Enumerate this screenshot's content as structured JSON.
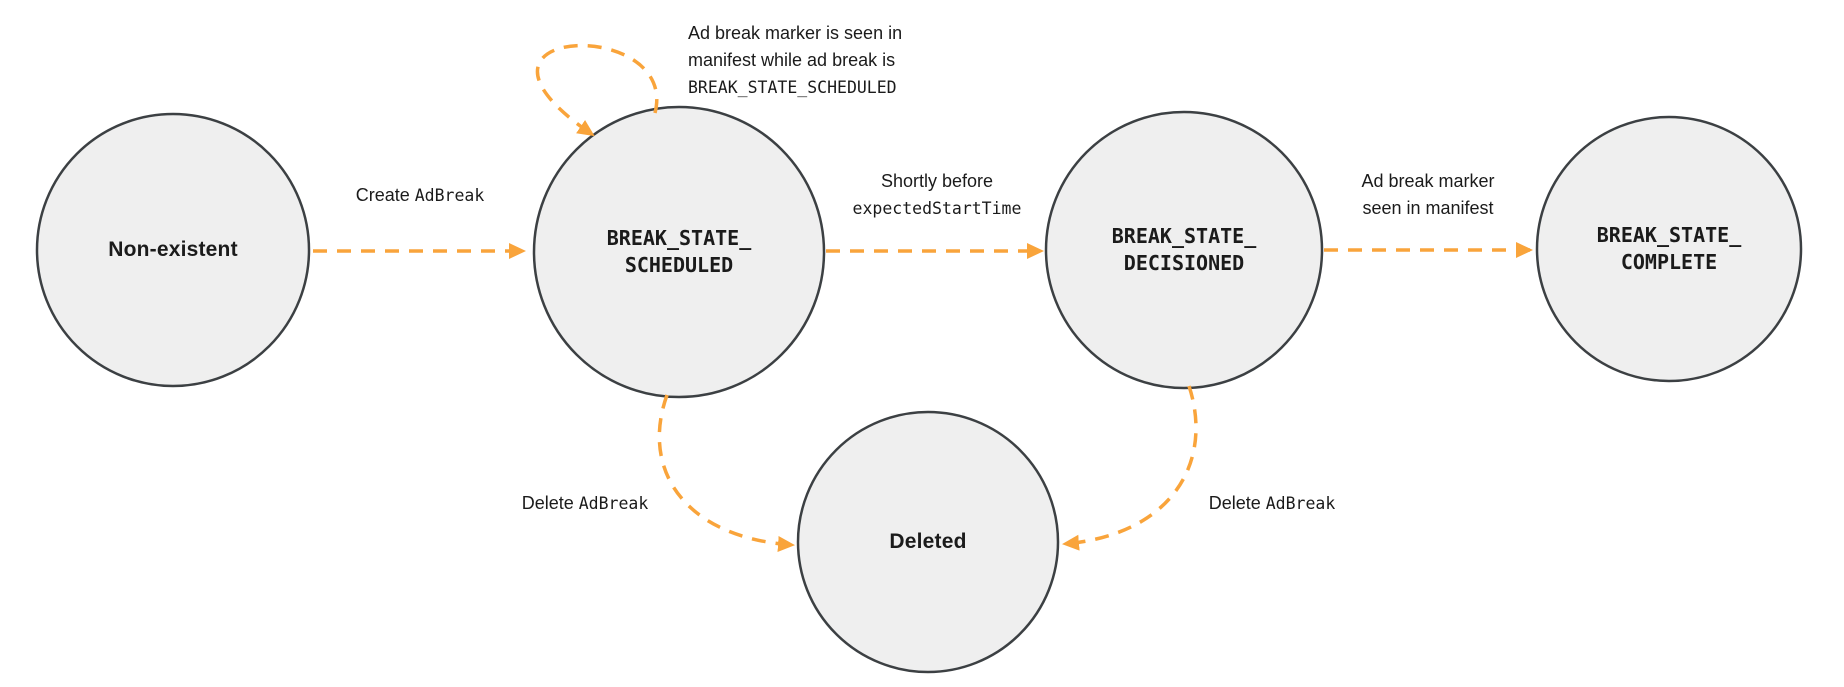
{
  "colors": {
    "arrow": "#F9A43B",
    "node_fill": "#EFEFEF",
    "node_border": "#3C4043",
    "text": "#1B1B1B"
  },
  "states": {
    "non_existent": {
      "label": "Non-existent"
    },
    "scheduled": {
      "line1": "BREAK_STATE_",
      "line2": "SCHEDULED"
    },
    "decisioned": {
      "line1": "BREAK_STATE_",
      "line2": "DECISIONED"
    },
    "complete": {
      "line1": "BREAK_STATE_",
      "line2": "COMPLETE"
    },
    "deleted": {
      "label": "Deleted"
    }
  },
  "transitions": {
    "create": {
      "prefix": "Create ",
      "code": "AdBreak"
    },
    "self_loop": {
      "line1": "Ad break marker is seen in",
      "line2": "manifest while ad break is",
      "line3_code": "BREAK_STATE_SCHEDULED"
    },
    "to_decisioned": {
      "line1": "Shortly before",
      "line2_code": "expectedStartTime"
    },
    "to_complete": {
      "line1": "Ad break marker",
      "line2": "seen in manifest"
    },
    "delete_from_scheduled": {
      "prefix": "Delete ",
      "code": "AdBreak"
    },
    "delete_from_decisioned": {
      "prefix": "Delete ",
      "code": "AdBreak"
    }
  }
}
